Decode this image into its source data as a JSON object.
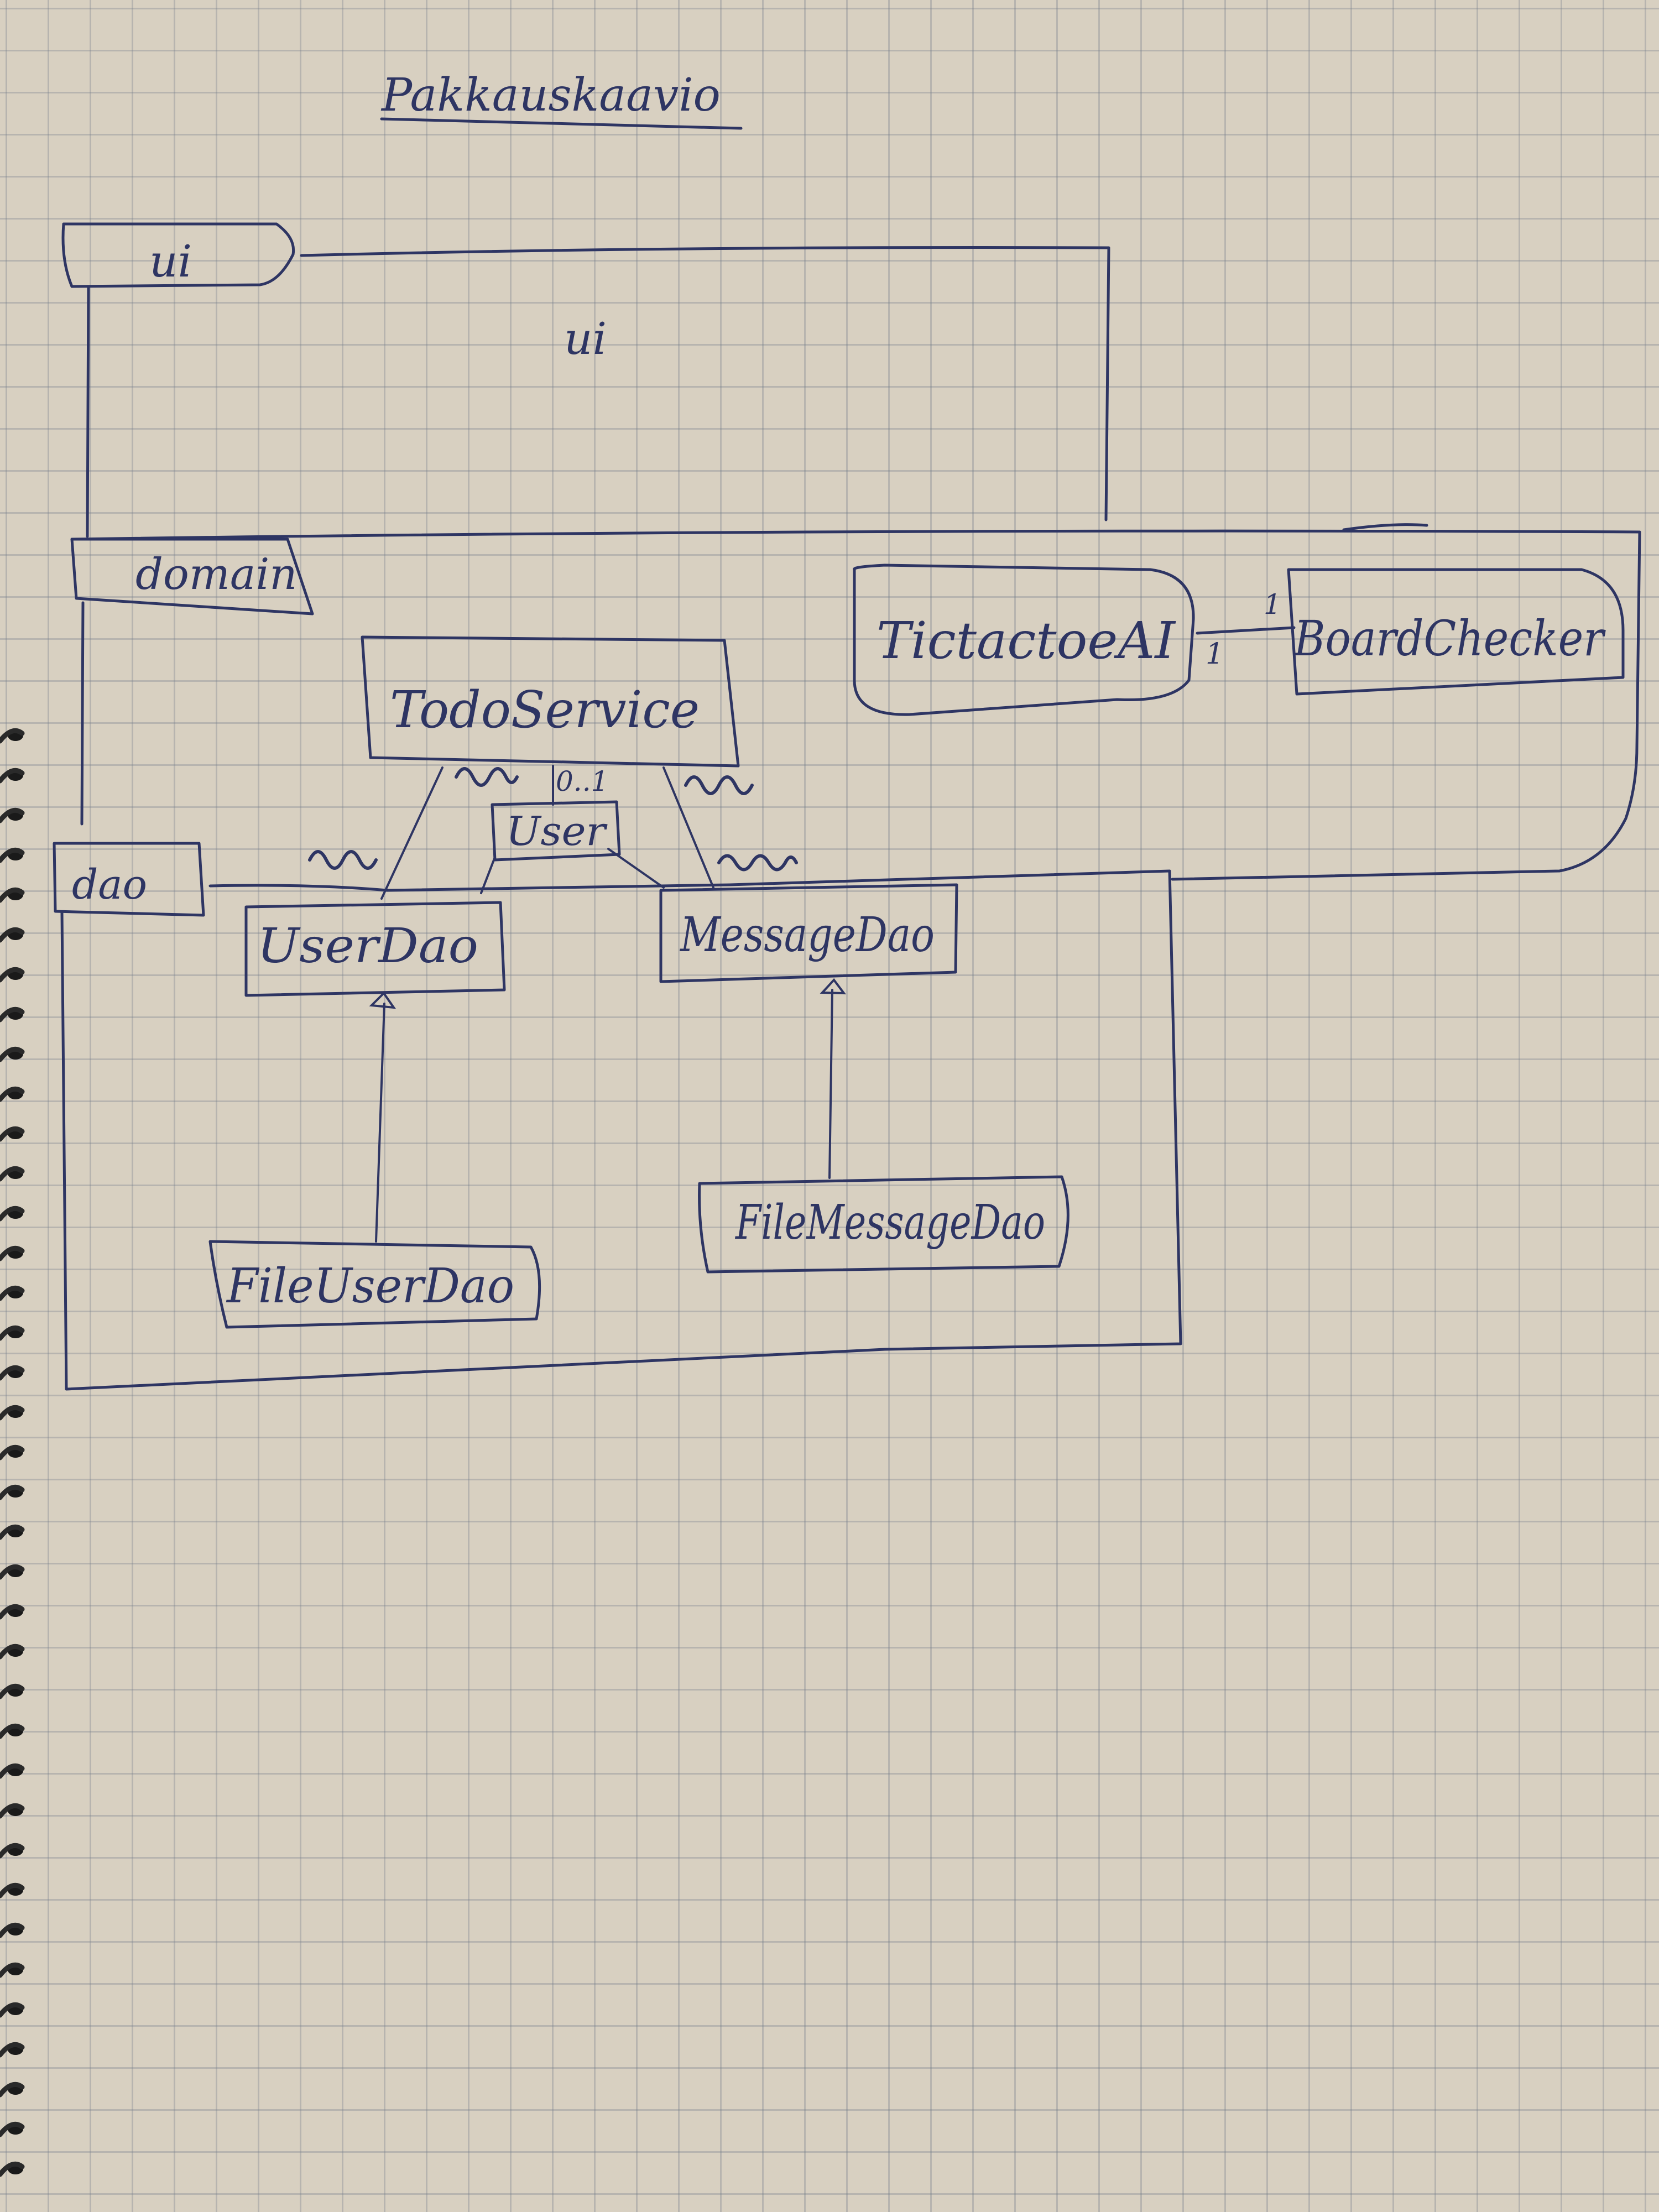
{
  "diagram": {
    "title": "Pakkauskaavio",
    "packages": {
      "ui_tab": "ui",
      "ui_body": "ui",
      "domain_tab": "domain",
      "dao_tab": "dao"
    },
    "classes": {
      "tictactoe_ai": "TictactoeAI",
      "board_checker": "BoardChecker",
      "todo_service": "TodoService",
      "user": "User",
      "user_dao": "UserDao",
      "message_dao": "MessageDao",
      "file_user_dao": "FileUserDao",
      "file_message_dao": "FileMessageDao"
    },
    "multiplicities": {
      "ai_side": "1",
      "checker_side": "1",
      "user_side": "0..1"
    }
  },
  "colors": {
    "ink": "#2e3563",
    "paper": "#d8d0c1"
  }
}
